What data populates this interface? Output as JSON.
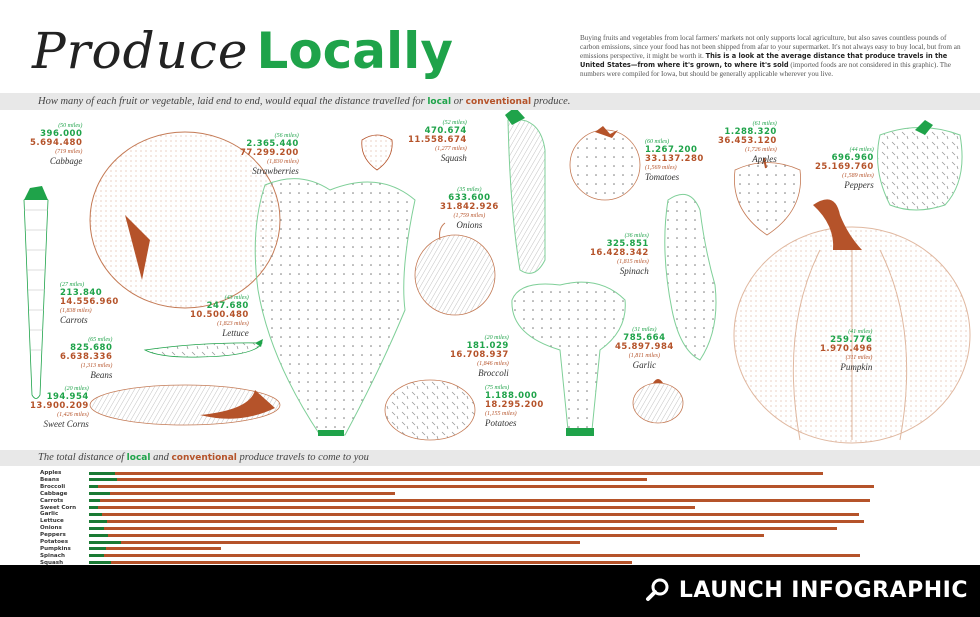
{
  "header": {
    "title_part1": "Produce",
    "title_part2": "Locally"
  },
  "intro": {
    "text_before": "Buying fruits and vegetables from local farmers' markets not only supports local agriculture, but also saves countless pounds of carbon emissions, since your food has not been shipped from afar to your supermarket. It's not always easy to buy local, but from an emissions perspective, it might be worth it. ",
    "text_bold": "This is a look at the average distance that produce travels in the United States—from where it's grown, to where it's sold",
    "text_after": " (imported foods are not considered in this graphic). The numbers were compiled for Iowa, but should be generally applicable wherever you live."
  },
  "question": {
    "before": "How many of each fruit or vegetable, laid end to end, would equal the distance travelled for ",
    "local": "local",
    "middle": " or ",
    "conventional": "conventional",
    "after": " produce."
  },
  "colors": {
    "local": "#1fa34a",
    "conventional": "#b5532a",
    "band": "#e8e8e8"
  },
  "items": [
    {
      "name": "Cabbage",
      "local_miles": "(50 miles)",
      "local_count": "396.000",
      "conv_count": "5.694.480",
      "conv_miles": "(719 miles)"
    },
    {
      "name": "Carrots",
      "local_miles": "(27 miles)",
      "local_count": "213.840",
      "conv_count": "14.556.960",
      "conv_miles": "(1,838 miles)"
    },
    {
      "name": "Strawberries",
      "local_miles": "(56 miles)",
      "local_count": "2.365.440",
      "conv_count": "77.299.200",
      "conv_miles": "(1,830 miles)"
    },
    {
      "name": "Lettuce",
      "local_miles": "(43 miles)",
      "local_count": "247.680",
      "conv_count": "10.500.480",
      "conv_miles": "(1,823 miles)"
    },
    {
      "name": "Beans",
      "local_miles": "(65 miles)",
      "local_count": "825.680",
      "conv_count": "6.638.336",
      "conv_miles": "(1,313 miles)"
    },
    {
      "name": "Sweet Corns",
      "local_miles": "(20 miles)",
      "local_count": "194.954",
      "conv_count": "13.900.209",
      "conv_miles": "(1,426 miles)"
    },
    {
      "name": "Squash",
      "local_miles": "(52 miles)",
      "local_count": "470.674",
      "conv_count": "11.558.674",
      "conv_miles": "(1,277 miles)"
    },
    {
      "name": "Onions",
      "local_miles": "(35 miles)",
      "local_count": "633.600",
      "conv_count": "31.842.926",
      "conv_miles": "(1,759 miles)"
    },
    {
      "name": "Tomatoes",
      "local_miles": "(60 miles)",
      "local_count": "1.267.200",
      "conv_count": "33.137.280",
      "conv_miles": "(1,569 miles)"
    },
    {
      "name": "Spinach",
      "local_miles": "(36 miles)",
      "local_count": "325.851",
      "conv_count": "16.428.342",
      "conv_miles": "(1,815 miles)"
    },
    {
      "name": "Broccoli",
      "local_miles": "(20 miles)",
      "local_count": "181.029",
      "conv_count": "16.708.937",
      "conv_miles": "(1,846 miles)"
    },
    {
      "name": "Potatoes",
      "local_miles": "(75 miles)",
      "local_count": "1.188.000",
      "conv_count": "18.295.200",
      "conv_miles": "(1,155 miles)"
    },
    {
      "name": "Garlic",
      "local_miles": "(31 miles)",
      "local_count": "785.664",
      "conv_count": "45.897.984",
      "conv_miles": "(1,811 miles)"
    },
    {
      "name": "Apples",
      "local_miles": "(61 miles)",
      "local_count": "1.288.320",
      "conv_count": "36.453.120",
      "conv_miles": "(1,726 miles)"
    },
    {
      "name": "Peppers",
      "local_miles": "(44 miles)",
      "local_count": "696.960",
      "conv_count": "25.169.760",
      "conv_miles": "(1,589 miles)"
    },
    {
      "name": "Pumpkin",
      "local_miles": "(41 miles)",
      "local_count": "259.776",
      "conv_count": "1.970.496",
      "conv_miles": "(311 miles)"
    }
  ],
  "chart_section": {
    "before": "The total distance of ",
    "local": "local",
    "middle": " and ",
    "conventional": "conventional",
    "after": " produce travels to come to you"
  },
  "chart_data": {
    "type": "bar",
    "orientation": "horizontal",
    "overlaid": true,
    "categories": [
      "Apples",
      "Beans",
      "Broccoli",
      "Cabbage",
      "Carrots",
      "Sweet Corn",
      "Garlic",
      "Lettuce",
      "Onions",
      "Peppers",
      "Potatoes",
      "Pumpkins",
      "Spinach",
      "Squash"
    ],
    "series": [
      {
        "name": "local",
        "color": "#1a7a34",
        "values": [
          61,
          65,
          20,
          50,
          27,
          20,
          31,
          43,
          35,
          44,
          75,
          41,
          36,
          52
        ]
      },
      {
        "name": "conventional",
        "color": "#b5532a",
        "values": [
          1726,
          1313,
          1846,
          719,
          1838,
          1426,
          1811,
          1823,
          1759,
          1589,
          1155,
          311,
          1815,
          1277
        ]
      }
    ],
    "units": "miles"
  },
  "launch": {
    "label": "LAUNCH INFOGRAPHIC",
    "icon": "magnifier-icon"
  }
}
